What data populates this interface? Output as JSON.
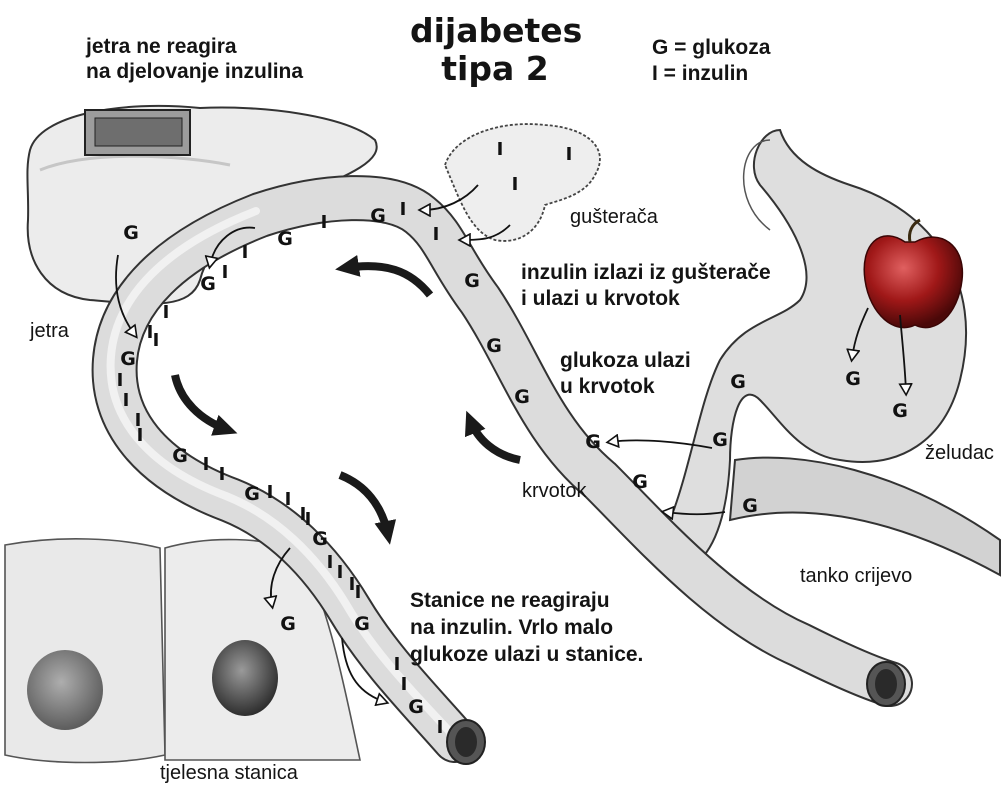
{
  "title_line1": "dijabetes",
  "title_line2": "tipa 2",
  "legend": {
    "glucose": "G = glukoza",
    "insulin": "I = inzulin"
  },
  "captions": {
    "liver_line1": "jetra ne reagira",
    "liver_line2": "na djelovanje inzulina",
    "insulin_line1": "inzulin izlazi iz gušterače",
    "insulin_line2": "i ulazi u krvotok",
    "glucose_line1": "glukoza ulazi",
    "glucose_line2": "u krvotok",
    "cells_line1": "Stanice ne reagiraju",
    "cells_line2": "na inzulin. Vrlo malo",
    "cells_line3": "glukoze ulazi u stanice."
  },
  "organ_labels": {
    "liver": "jetra",
    "pancreas": "gušterača",
    "stomach": "želudac",
    "small_intestine": "tanko crijevo",
    "bloodstream": "krvotok",
    "body_cell": "tjelesna stanica"
  },
  "markers": {
    "glucose": "G",
    "insulin": "I"
  },
  "colors": {
    "ink": "#141414",
    "vessel_fill": "#dcdcdc",
    "organ_fill": "#ececec",
    "apple": "#b01c1c"
  }
}
